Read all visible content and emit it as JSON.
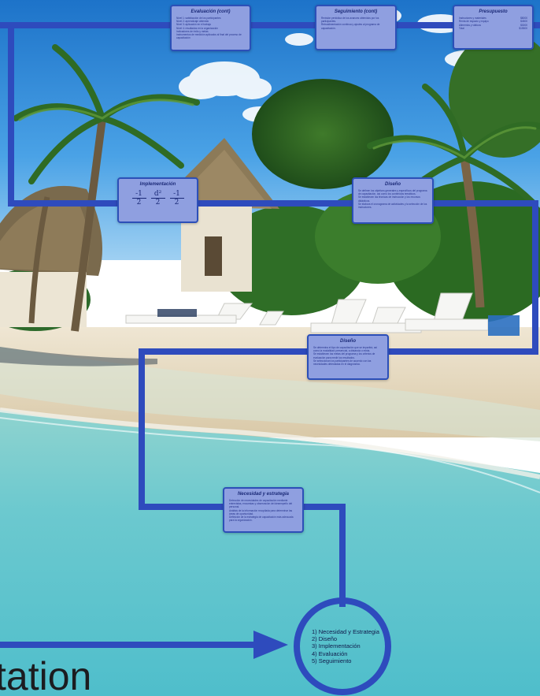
{
  "cards": {
    "evaluacion": {
      "title": "Evaluación (cont)",
      "text": "Nivel 1: satisfacción de los participantes\nNivel 2: aprendizaje obtenido\nNivel 3: aplicación en el trabajo\nNivel 4: resultados en la organización\nIndicadores de éxito y metas\nInstrumentos de medición aplicados al final del proceso de capacitación"
    },
    "seguimiento": {
      "title": "Seguimiento (cont)",
      "text": "Revisión periódica de los avances obtenidos por los participantes.\nRetroalimentación continua y ajustes al programa de capacitación."
    },
    "presupuesto": {
      "title": "Presupuesto",
      "rows": [
        {
          "item": "Instructores y materiales",
          "amount": "$8000"
        },
        {
          "item": "Renta de espacio y equipo",
          "amount": "$4500"
        },
        {
          "item": "Alimentos y viáticos",
          "amount": "$3000"
        },
        {
          "item": "Total",
          "amount": "$15500"
        }
      ]
    },
    "implementacion": {
      "title": "Implementación",
      "fractions": [
        {
          "num": "-1",
          "den": "2"
        },
        {
          "num": "d²",
          "den": "2"
        },
        {
          "num": "-1",
          "den": "2"
        }
      ]
    },
    "diseno_upper": {
      "title": "Diseño",
      "text": "Se definen los objetivos generales y específicos del programa de capacitación, así como los contenidos temáticos.\nSe establecen las técnicas de instrucción y los recursos didácticos.\nSe elabora el cronograma de actividades y la selección de los instructores."
    },
    "diseno_lower": {
      "title": "Diseño",
      "text": "Se determina el tipo de capacitación que se impartirá, así como la modalidad: presencial, a distancia o mixta.\nSe establecen las metas del programa y los criterios de evaluación para medir los resultados.\nSe seleccionan los participantes de acuerdo con las necesidades detectadas en el diagnóstico."
    },
    "necesidad": {
      "title": "Necesidad y estrategia",
      "text": "Detección de necesidades de capacitación mediante entrevistas, encuestas y observación del desempeño del personal.\nAnálisis de la información recopilada para determinar las áreas de oportunidad.\nDefinición de la estrategia de capacitación más adecuada para la organización."
    }
  },
  "summary": {
    "items": [
      "1) Necesidad y Estrategia",
      "2) Diseño",
      "3) Implementación",
      "4) Evaluación",
      "5) Seguimiento"
    ]
  },
  "big_word": "tation",
  "colors": {
    "path": "#2e4bbd",
    "card_bg": "#8f9fe0",
    "card_border": "#2c4fb8"
  }
}
